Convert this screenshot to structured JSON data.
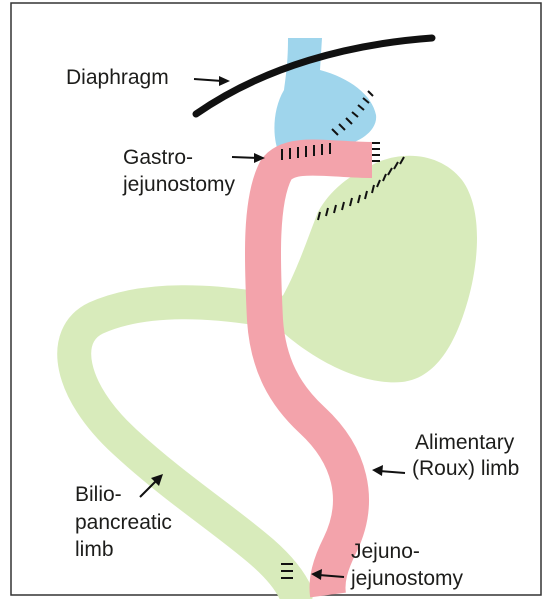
{
  "labels": {
    "diaphragm": "Diaphragm",
    "gastro_line1": "Gastro-",
    "gastro_line2": "jejunostomy",
    "alimentary_line1": "Alimentary",
    "alimentary_line2": "(Roux) limb",
    "bilio_line1": "Bilio-",
    "bilio_line2": "pancreatic",
    "bilio_line3": "limb",
    "jejuno_line1": "Jejuno-",
    "jejuno_line2": "jejunostomy"
  },
  "colors": {
    "stomach_pouch": "#9fd5ec",
    "roux_limb": "#f3a3ab",
    "remnant_stomach_and_biliopancreatic_limb": "#d8ebbb",
    "diaphragm": "#111111",
    "staples": "#111111",
    "text": "#1d1d1b",
    "border": "#333333"
  }
}
